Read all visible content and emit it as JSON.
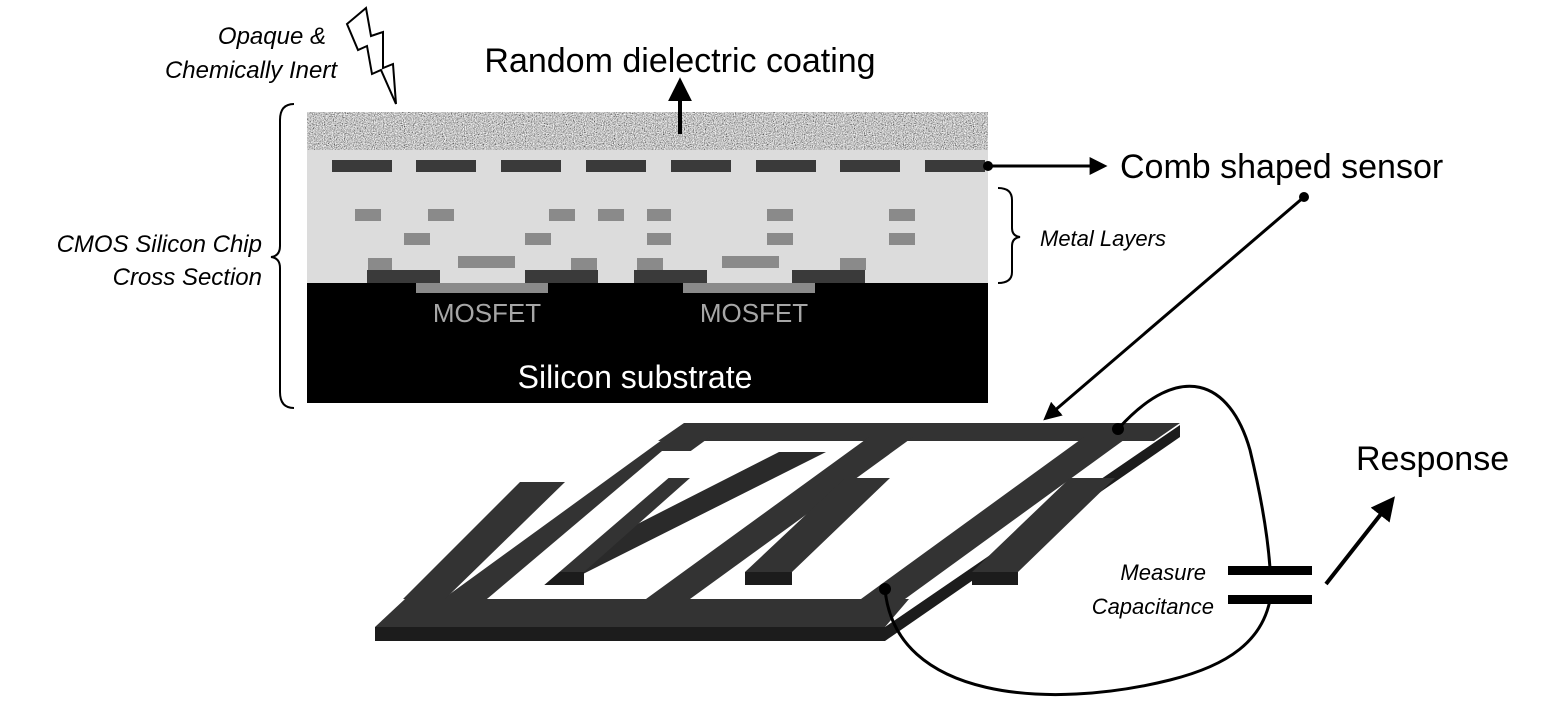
{
  "labels": {
    "opaque_line1": "Opaque &",
    "opaque_line2": "Chemically Inert",
    "coating": "Random dielectric coating",
    "comb": "Comb shaped sensor",
    "chip_line1": "CMOS Silicon Chip",
    "chip_line2": "Cross Section",
    "metal_layers": "Metal Layers",
    "mosfet_1": "MOSFET",
    "mosfet_2": "MOSFET",
    "substrate": "Silicon substrate",
    "response": "Response",
    "measure_line1": "Measure",
    "measure_line2": "Capacitance"
  },
  "colors": {
    "substrate": "#000000",
    "chip_body": "#dcdcdc",
    "metal_light": "#8a8a8a",
    "metal_dark": "#3a3a3a",
    "comb_sensor": "#333333",
    "comb_side": "#1c1c1c",
    "mosfet_text": "#a6a6a6"
  },
  "icons": [
    "lightning-bolt-icon",
    "capacitor-icon",
    "arrow-icon"
  ]
}
